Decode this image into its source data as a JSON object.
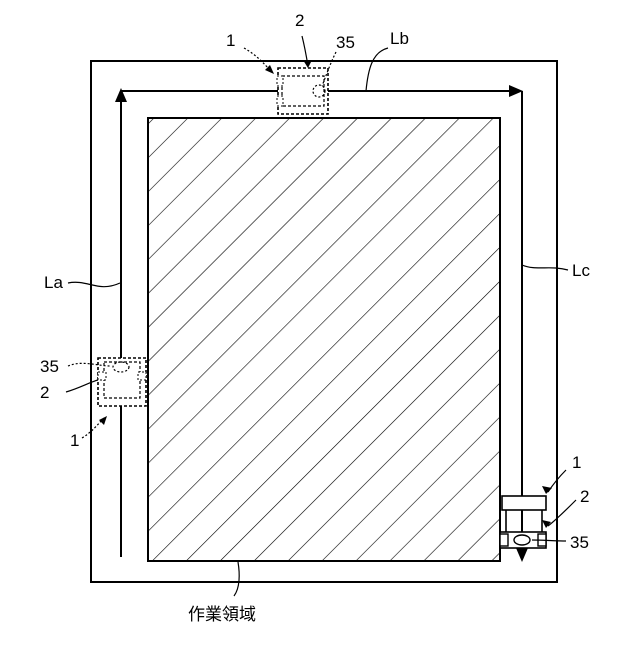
{
  "labels": {
    "la": "La",
    "lb": "Lb",
    "lc": "Lc",
    "robot_top_num": "1",
    "robot_top_part": "2",
    "robot_top_sensor": "35",
    "robot_left_sensor": "35",
    "robot_left_part": "2",
    "robot_left_num": "1",
    "robot_right_num": "1",
    "robot_right_part": "2",
    "robot_right_sensor": "35",
    "work_area": "作業領域"
  }
}
